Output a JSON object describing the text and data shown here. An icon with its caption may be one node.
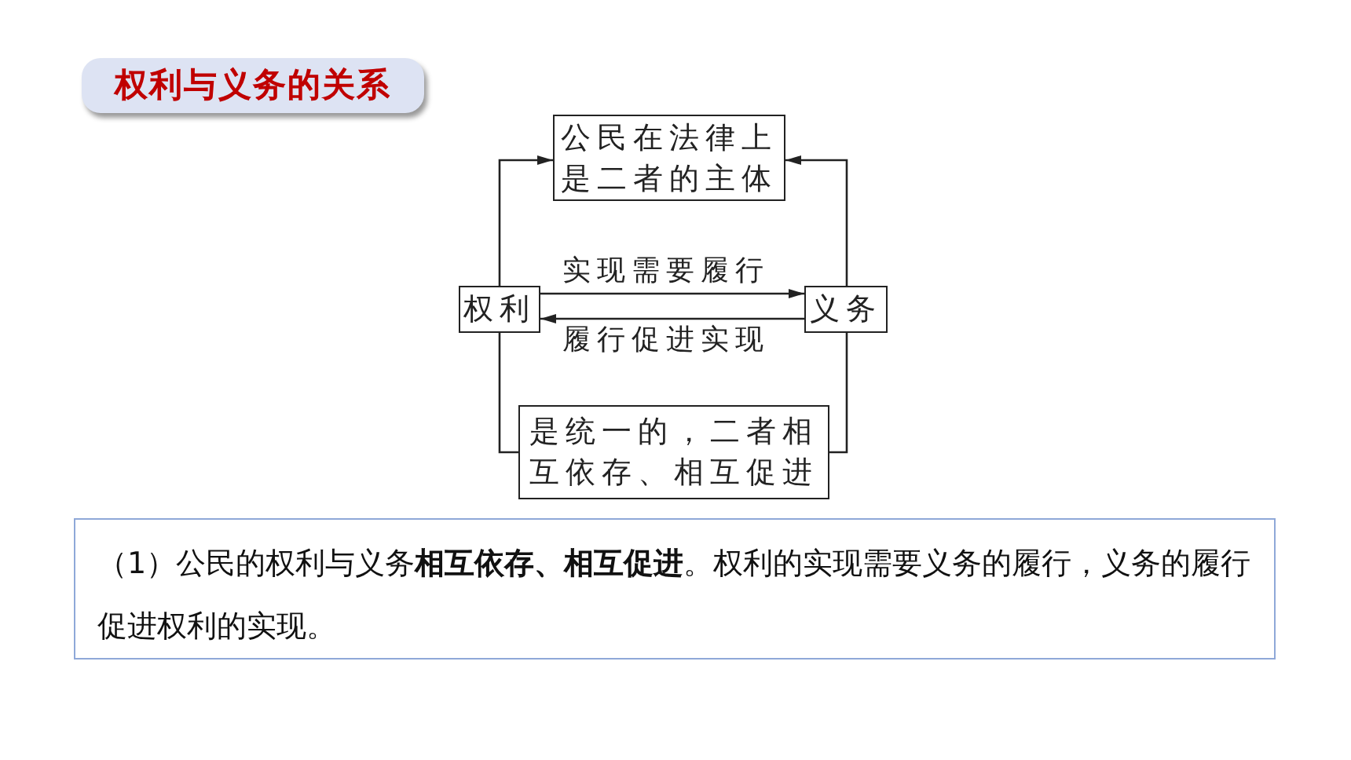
{
  "diagram": {
    "title": "权利与义务的关系",
    "nodes": [
      {
        "text": [
          "公民在法律上是二者的主体"
        ]
      },
      {
        "text": [
          "权利"
        ]
      },
      {
        "text": [
          "义务"
        ]
      },
      {
        "text": [
          "是统一的，二者相互依存、相互促进"
        ]
      }
    ],
    "edges": [
      {
        "from": 1,
        "to": 0,
        "arrow": "to"
      },
      {
        "from": 2,
        "to": 0,
        "arrow": "to"
      },
      {
        "from": 3,
        "to": 1,
        "arrow": "none"
      },
      {
        "from": 3,
        "to": 2,
        "arrow": "none"
      },
      {
        "from": 1,
        "to": 2,
        "arrow": "to",
        "label": "实现需要履行"
      },
      {
        "from": 2,
        "to": 1,
        "arrow": "to",
        "label": "履行促进实现"
      }
    ],
    "labels": [
      "（1）公民的权利与义务**相互依存、相互促进**。权利的实现需要义务的履行，义务的履行促进权利的实现。"
    ]
  }
}
